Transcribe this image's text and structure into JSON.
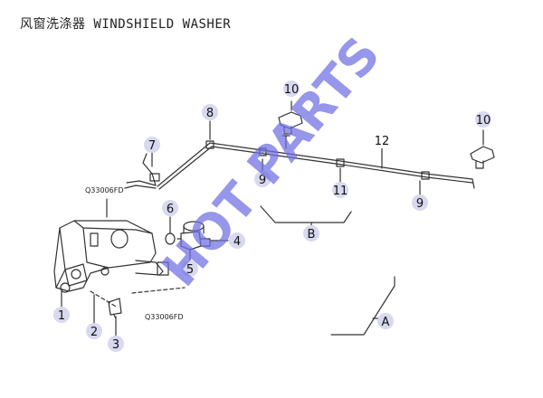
{
  "title": "风窗洗涤器 WINDSHIELD WASHER",
  "colors": {
    "line": "#333333",
    "callout_fill": "#d8d8ef",
    "watermark": "#6f6fe4"
  },
  "callouts": [
    "1",
    "2",
    "3",
    "4",
    "5",
    "6",
    "7",
    "8",
    "9",
    "9",
    "10",
    "10",
    "11",
    "12"
  ],
  "group_labels": [
    "A",
    "B"
  ],
  "part_codes": [
    "Q33006FD",
    "Q33006FD"
  ],
  "watermark": "HOT PARTS"
}
